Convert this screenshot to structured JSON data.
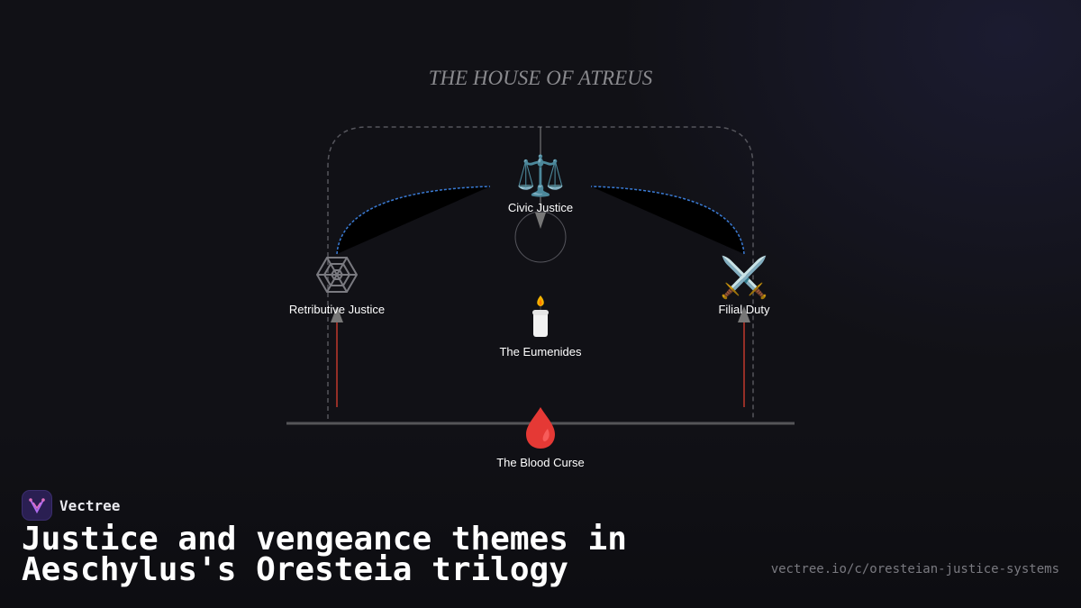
{
  "diagram": {
    "title": "THE HOUSE OF ATREUS",
    "nodes": [
      {
        "id": "civic",
        "label": "Civic Justice",
        "icon": "scales-icon",
        "glyph": "⚖️"
      },
      {
        "id": "retributive",
        "label": "Retributive Justice",
        "icon": "spider-web-icon",
        "glyph": "🕸"
      },
      {
        "id": "filial",
        "label": "Filial Duty",
        "icon": "crossed-swords-icon",
        "glyph": "⚔️"
      },
      {
        "id": "eumenides",
        "label": "The Eumenides",
        "icon": "candle-icon",
        "glyph": "🕯️"
      },
      {
        "id": "blood",
        "label": "The Blood Curse",
        "icon": "blood-drop-icon",
        "glyph": "🩸"
      }
    ],
    "colors": {
      "arrow_red": "#c0392b",
      "arc_blue": "#3a7bd5",
      "dashed_gray": "#55555c",
      "baseline": "#555558"
    }
  },
  "footer": {
    "brand": "Vectree",
    "headline_line1": "Justice and vengeance themes in",
    "headline_line2": "Aeschylus's Oresteia trilogy",
    "url": "vectree.io/c/oresteian-justice-systems"
  }
}
